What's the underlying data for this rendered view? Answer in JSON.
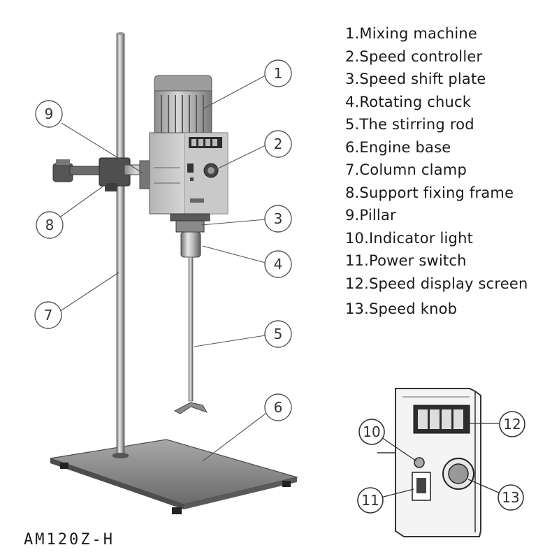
{
  "legend": [
    "1.Mixing machine",
    "2.Speed controller",
    "3.Speed shift plate",
    "4.Rotating chuck",
    "5.The stirring rod",
    "6.Engine base",
    "7.Column clamp",
    "8.Support fixing frame",
    "9.Pillar",
    "10.Indicator light",
    "11.Power switch",
    "12.Speed display screen",
    "13.Speed knob"
  ],
  "model": "AM120Z-H",
  "callouts": {
    "c1": "1",
    "c2": "2",
    "c3": "3",
    "c4": "4",
    "c5": "5",
    "c6": "6",
    "c7": "7",
    "c8": "8",
    "c9": "9",
    "c10": "10",
    "c11": "11",
    "c12": "12",
    "c13": "13"
  }
}
